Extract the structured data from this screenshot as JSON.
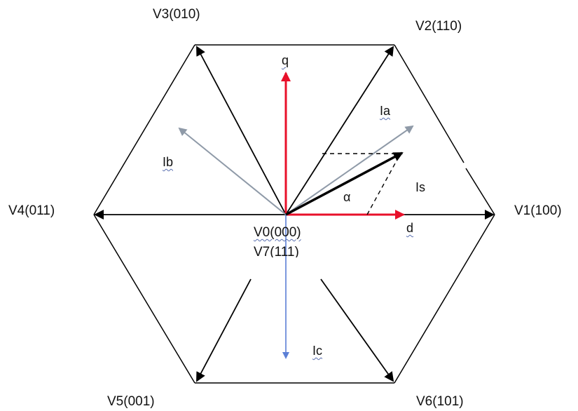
{
  "vectors": {
    "v1": "V1(100)",
    "v2": "V2(110)",
    "v3": "V3(010)",
    "v4": "V4(011)",
    "v5": "V5(001)",
    "v6": "V6(101)",
    "v0": "V0(000)",
    "v7": "V7(111)"
  },
  "axes": {
    "d": "d",
    "q": "q"
  },
  "currents": {
    "ia": "Ia",
    "ib": "Ib",
    "ic": "Ic",
    "is": "Is"
  },
  "angle": "α",
  "colors": {
    "dq_axes": "#e8102a",
    "phase_ab": "#8f9aa8",
    "phase_c": "#5b7fd6",
    "hexagon": "#000000",
    "current_vector": "#000000"
  }
}
